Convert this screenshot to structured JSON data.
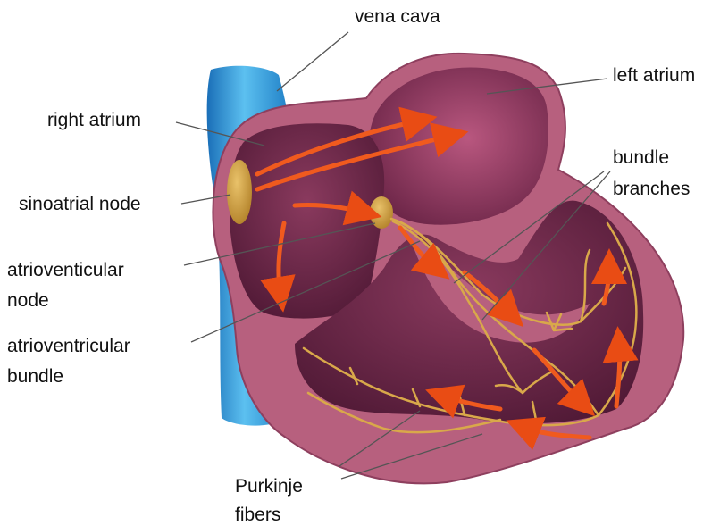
{
  "labels": {
    "vena_cava": "vena cava",
    "left_atrium": "left atrium",
    "right_atrium": "right atrium",
    "bundle_branches_1": "bundle",
    "bundle_branches_2": "branches",
    "sinoatrial_node": "sinoatrial node",
    "av_node_1": "atrioventicular",
    "av_node_2": "node",
    "av_bundle_1": "atrioventricular",
    "av_bundle_2": "bundle",
    "purkinje_1": "Purkinje",
    "purkinje_2": "fibers"
  },
  "colors": {
    "vena_cava": "#2f93d6",
    "heart_outer": "#b5607c",
    "heart_inner": "#5a1f3c",
    "fibers": "#d9a84a",
    "arrows": "#f05a1e",
    "node": "#c9952e"
  }
}
